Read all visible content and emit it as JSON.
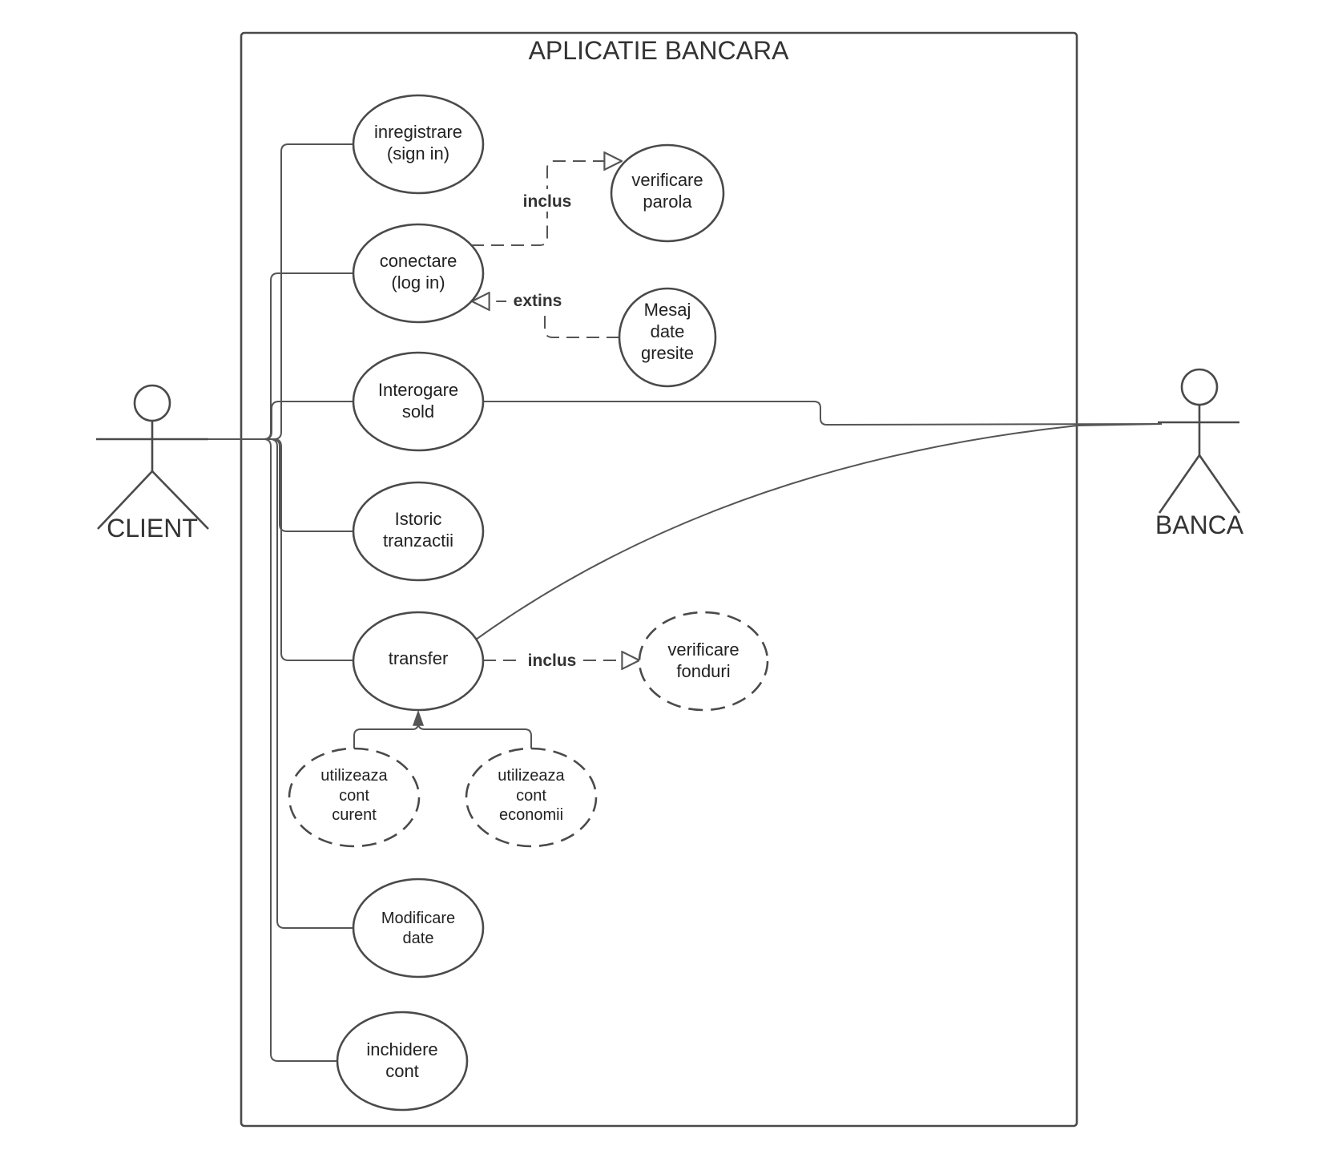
{
  "system": {
    "title": "APLICATIE BANCARA"
  },
  "actors": {
    "client": "CLIENT",
    "banca": "BANCA"
  },
  "use_cases": {
    "inregistrare": [
      "inregistrare",
      "(sign in)"
    ],
    "verificare_parola": [
      "verificare",
      "parola"
    ],
    "conectare": [
      "conectare",
      "(log in)"
    ],
    "mesaj_date_gresite": [
      "Mesaj",
      "date",
      "gresite"
    ],
    "interogare_sold": [
      "Interogare",
      "sold"
    ],
    "istoric_tranzactii": [
      "Istoric",
      "tranzactii"
    ],
    "transfer": [
      "transfer"
    ],
    "verificare_fonduri": [
      "verificare",
      "fonduri"
    ],
    "cont_curent": [
      "utilizeaza",
      "cont",
      "curent"
    ],
    "cont_economii": [
      "utilizeaza",
      "cont",
      "economii"
    ],
    "modificare_date": [
      "Modificare",
      "date"
    ],
    "inchidere_cont": [
      "inchidere",
      "cont"
    ]
  },
  "relations": {
    "inclus_parola": "inclus",
    "extins_mesaj": "extins",
    "inclus_fonduri": "inclus"
  }
}
